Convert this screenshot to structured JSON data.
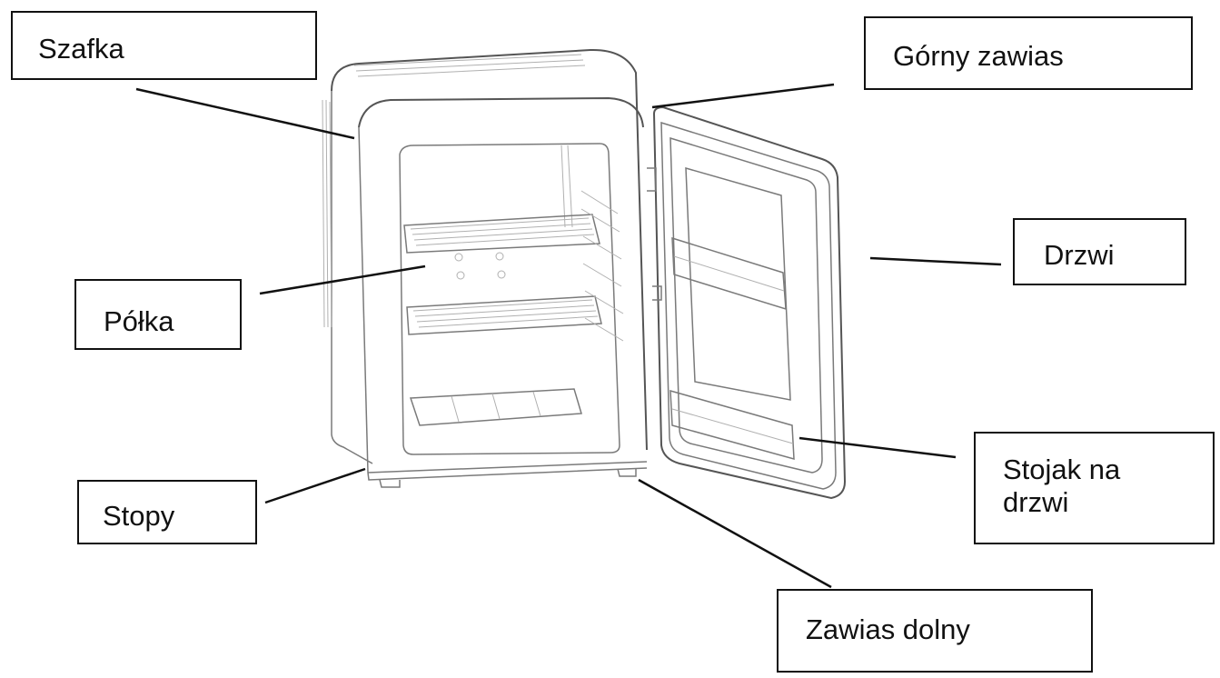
{
  "labels": {
    "szafka": "Szafka",
    "gorny_zawias": "Górny zawias",
    "drzwi": "Drzwi",
    "polka": "Półka",
    "stopy": "Stopy",
    "stojak_line1": "Stojak na",
    "stojak_line2": "drzwi",
    "zawias_dolny": "Zawias dolny"
  },
  "colors": {
    "line": "#111111",
    "fridge_outline": "#7a7a7a",
    "background": "#ffffff"
  }
}
